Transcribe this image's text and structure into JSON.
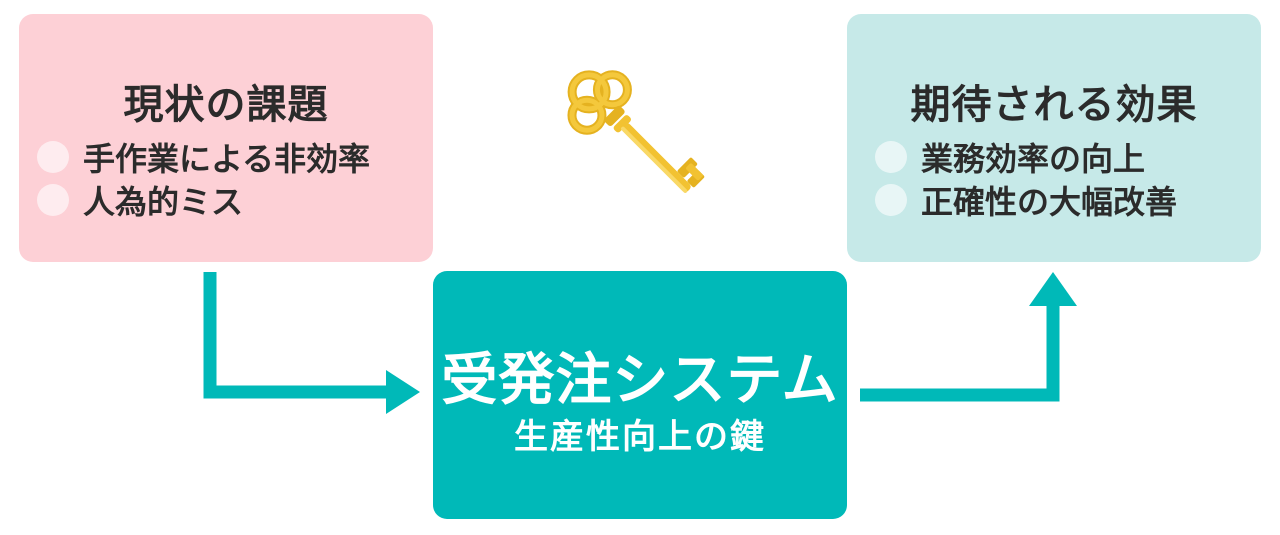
{
  "left_box": {
    "title": "現状の課題",
    "items": [
      "手作業による非効率",
      "人為的ミス"
    ]
  },
  "right_box": {
    "title": "期待される効果",
    "items": [
      "業務効率の向上",
      "正確性の大幅改善"
    ]
  },
  "center_box": {
    "title": "受発注システム",
    "subtitle": "生産性向上の鍵"
  },
  "icons": {
    "key": "key-icon"
  },
  "colors": {
    "teal": "#00b9b8",
    "pink_box": "#fdd0d6",
    "mint_box": "#c6e9e8",
    "key_gold": "#f2c232"
  }
}
